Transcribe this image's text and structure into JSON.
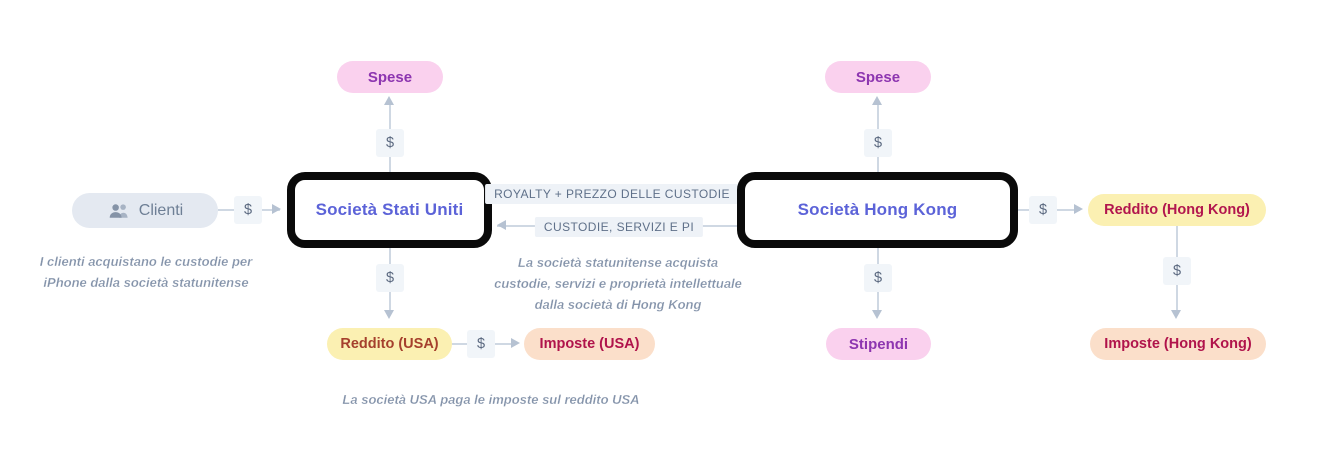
{
  "diagram": {
    "currency_symbol": "$",
    "nodes": {
      "clienti": "Clienti",
      "societa_usa": "Società Stati Uniti",
      "societa_hk": "Società Hong Kong",
      "spese_usa": "Spese",
      "spese_hk": "Spese",
      "reddito_usa": "Reddito (USA)",
      "imposte_usa": "Imposte (USA)",
      "stipendi": "Stipendi",
      "reddito_hk": "Reddito (Hong Kong)",
      "imposte_hk": "Imposte (Hong Kong)"
    },
    "flows": {
      "royalty": "ROYALTY + PREZZO DELLE CUSTODIE",
      "custodie": "CUSTODIE, SERVIZI E PI"
    },
    "notes": {
      "clienti_line1": "I clienti acquistano le custodie per",
      "clienti_line2": "iPhone dalla società statunitense",
      "centro_line1": "La società statunitense acquista",
      "centro_line2": "custodie, servizi e proprietà intellettuale",
      "centro_line3": "dalla società di Hong Kong",
      "imposte_note": "La società USA paga le imposte sul reddito USA"
    },
    "colors": {
      "pink_bg": "#fad1ee",
      "pink_text": "#8d35b0",
      "yellow_bg": "#fbf0b2",
      "reddito_usa_text": "#a5402d",
      "reddito_hk_text": "#b2164e",
      "peach_bg": "#fbdfca",
      "peach_text": "#b0134b",
      "gray_pill_bg": "#e4e9f1",
      "gray_pill_text": "#6e7f95",
      "box_border": "#0a0a0a",
      "box_text": "#5c63d8",
      "line": "#cfd8e3",
      "label_bg": "#eef2f7",
      "label_text": "#5f7089",
      "note_text": "#8493aa"
    }
  }
}
